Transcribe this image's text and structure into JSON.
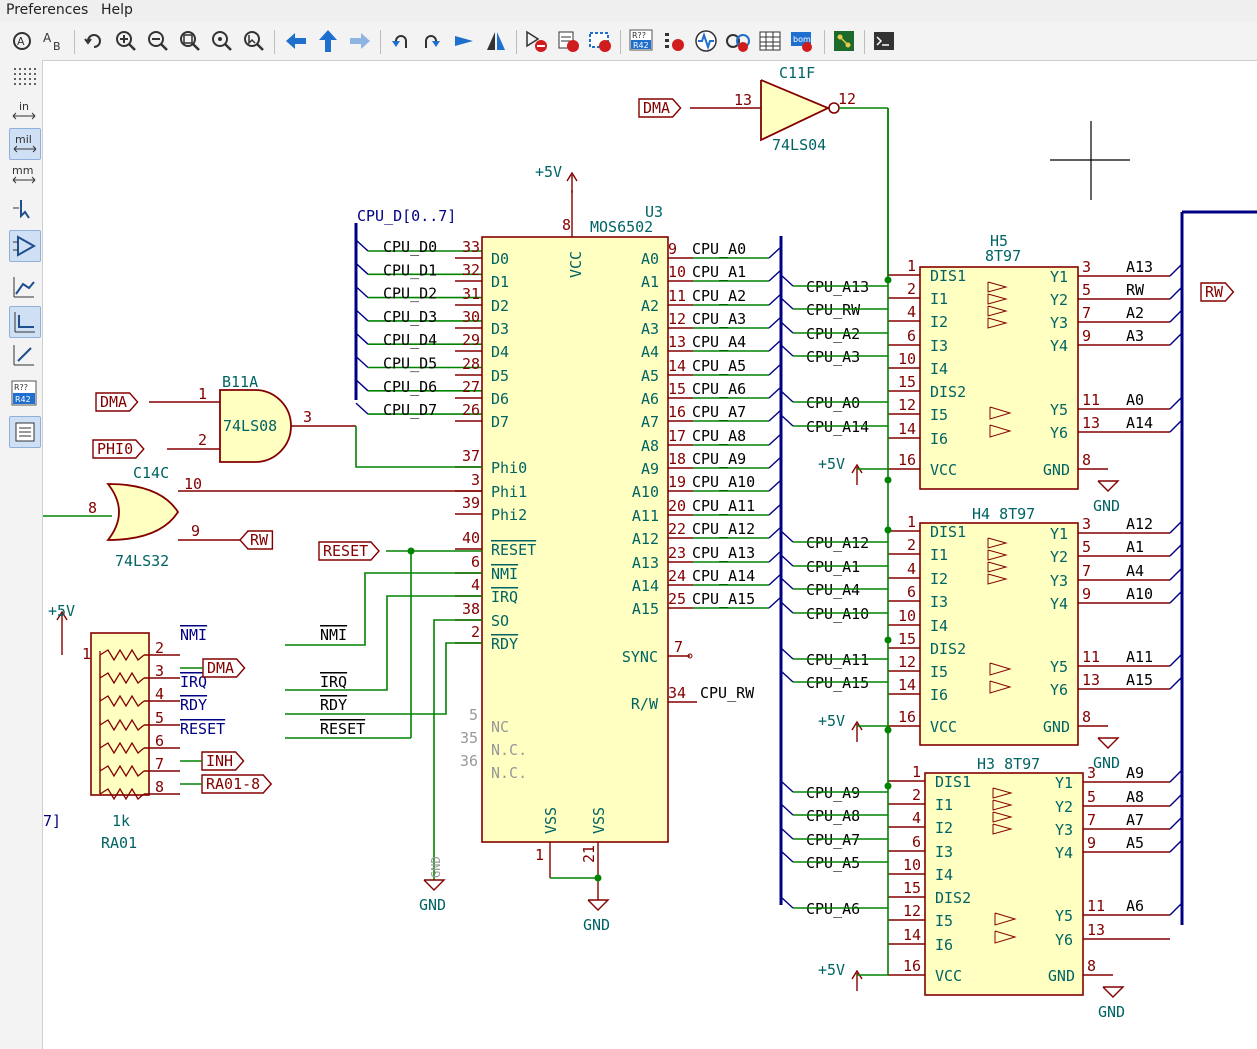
{
  "menu": {
    "preferences": "Preferences",
    "help": "Help"
  },
  "toolbar": {
    "ref_badge_top": "R??",
    "ref_badge_bottom": "R42",
    "bom_label": "bom"
  },
  "left_toolbar": {
    "in_label": "in",
    "mil_label": "mil",
    "mm_label": "mm",
    "ref_top": "R??",
    "ref_bottom": "R42"
  },
  "colors": {
    "wire": "#008400",
    "bus": "#000084",
    "body": "#840000",
    "fill": "#ffffc2",
    "net": "#000000",
    "ref": "#006464",
    "power": "#006464"
  },
  "schematic": {
    "c11f": {
      "ref": "C11F",
      "value": "74LS04",
      "pin_in": "13",
      "pin_out": "12",
      "label_in": "DMA"
    },
    "cpu": {
      "ref": "U3",
      "value": "MOS6502",
      "vcc": "VCC",
      "vss1": "VSS",
      "vss2": "VSS",
      "pin8": "8",
      "pin1": "1",
      "pin21": "21",
      "left_pins": [
        {
          "num": "33",
          "name": "D0"
        },
        {
          "num": "32",
          "name": "D1"
        },
        {
          "num": "31",
          "name": "D2"
        },
        {
          "num": "30",
          "name": "D3"
        },
        {
          "num": "29",
          "name": "D4"
        },
        {
          "num": "28",
          "name": "D5"
        },
        {
          "num": "27",
          "name": "D6"
        },
        {
          "num": "26",
          "name": "D7"
        },
        {
          "num": "37",
          "name": "Phi0"
        },
        {
          "num": "3",
          "name": "Phi1"
        },
        {
          "num": "39",
          "name": "Phi2"
        },
        {
          "num": "40",
          "name": "RESET"
        },
        {
          "num": "6",
          "name": "NMI"
        },
        {
          "num": "4",
          "name": "IRQ"
        },
        {
          "num": "38",
          "name": "SO"
        },
        {
          "num": "2",
          "name": "RDY"
        }
      ],
      "nc_pins": [
        {
          "num": "5",
          "name": "NC"
        },
        {
          "num": "35",
          "name": "N.C."
        },
        {
          "num": "36",
          "name": "N.C."
        }
      ],
      "right_pins": [
        {
          "num": "9",
          "name": "A0",
          "net": "CPU_A0"
        },
        {
          "num": "10",
          "name": "A1",
          "net": "CPU_A1"
        },
        {
          "num": "11",
          "name": "A2",
          "net": "CPU_A2"
        },
        {
          "num": "12",
          "name": "A3",
          "net": "CPU_A3"
        },
        {
          "num": "13",
          "name": "A4",
          "net": "CPU_A4"
        },
        {
          "num": "14",
          "name": "A5",
          "net": "CPU_A5"
        },
        {
          "num": "15",
          "name": "A6",
          "net": "CPU_A6"
        },
        {
          "num": "16",
          "name": "A7",
          "net": "CPU_A7"
        },
        {
          "num": "17",
          "name": "A8",
          "net": "CPU_A8"
        },
        {
          "num": "18",
          "name": "A9",
          "net": "CPU_A9"
        },
        {
          "num": "19",
          "name": "A10",
          "net": "CPU_A10"
        },
        {
          "num": "20",
          "name": "A11",
          "net": "CPU_A11"
        },
        {
          "num": "22",
          "name": "A12",
          "net": "CPU_A12"
        },
        {
          "num": "23",
          "name": "A13",
          "net": "CPU_A13"
        },
        {
          "num": "24",
          "name": "A14",
          "net": "CPU_A14"
        },
        {
          "num": "25",
          "name": "A15",
          "net": "CPU_A15"
        }
      ],
      "sync": {
        "num": "7",
        "name": "SYNC"
      },
      "rw": {
        "num": "34",
        "name": "R/W",
        "net": "CPU_RW"
      }
    },
    "data_bus": {
      "label": "CPU_D[0..7]",
      "nets": [
        "CPU_D0",
        "CPU_D1",
        "CPU_D2",
        "CPU_D3",
        "CPU_D4",
        "CPU_D5",
        "CPU_D6",
        "CPU_D7"
      ]
    },
    "b11a": {
      "ref": "B11A",
      "value": "74LS08",
      "pin1": "1",
      "pin2": "2",
      "pin3": "3",
      "label_a": "DMA",
      "label_b": "PHI0"
    },
    "c14c": {
      "ref": "C14C",
      "value": "74LS32",
      "pin8": "8",
      "pin9": "9",
      "pin10": "10",
      "label_rw": "RW"
    },
    "reset_label": "RESET",
    "power": {
      "vcc": "+5V",
      "gnd": "GND"
    },
    "ra01": {
      "ref": "RA01",
      "value": "1k",
      "pin1": "1",
      "pins": [
        "2",
        "3",
        "4",
        "5",
        "6",
        "7",
        "8"
      ],
      "nets": [
        "NMI",
        "IRQ",
        "RDY",
        "RESET"
      ],
      "nets_right": [
        "NMI",
        "IRQ",
        "RDY",
        "RESET"
      ],
      "labels": [
        "DMA",
        "INH",
        "RA01-8"
      ],
      "edge_fragment": "7]"
    },
    "drivers": [
      {
        "ref": "H5",
        "value": "8T97",
        "label_vcc": "VCC",
        "label_gnd": "GND",
        "dis1": "DIS1",
        "dis2": "DIS2",
        "inputs": [
          {
            "pin": "1",
            "name": "DIS1",
            "net": ""
          },
          {
            "pin": "2",
            "name": "I1",
            "net": "CPU_A13"
          },
          {
            "pin": "4",
            "name": "I2",
            "net": "CPU_RW"
          },
          {
            "pin": "6",
            "name": "I3",
            "net": "CPU_A2"
          },
          {
            "pin": "10",
            "name": "I4",
            "net": "CPU_A3"
          },
          {
            "pin": "15",
            "name": "DIS2",
            "net": ""
          },
          {
            "pin": "12",
            "name": "I5",
            "net": "CPU_A0"
          },
          {
            "pin": "14",
            "name": "I6",
            "net": "CPU_A14"
          },
          {
            "pin": "16",
            "name": "VCC",
            "net": ""
          }
        ],
        "outputs": [
          {
            "pin": "3",
            "name": "Y1",
            "net": "A13"
          },
          {
            "pin": "5",
            "name": "Y2",
            "net": "RW"
          },
          {
            "pin": "7",
            "name": "Y3",
            "net": "A2"
          },
          {
            "pin": "9",
            "name": "Y4",
            "net": "A3"
          },
          {
            "pin": "11",
            "name": "Y5",
            "net": "A0"
          },
          {
            "pin": "13",
            "name": "Y6",
            "net": "A14"
          },
          {
            "pin": "8",
            "name": "GND",
            "net": "GND"
          }
        ]
      },
      {
        "ref": "H4",
        "value": "8T97",
        "label_vcc": "VCC",
        "label_gnd": "GND",
        "dis1": "DIS1",
        "dis2": "DIS2",
        "inputs": [
          {
            "pin": "1",
            "name": "DIS1",
            "net": ""
          },
          {
            "pin": "2",
            "name": "I1",
            "net": "CPU_A12"
          },
          {
            "pin": "4",
            "name": "I2",
            "net": "CPU_A1"
          },
          {
            "pin": "6",
            "name": "I3",
            "net": "CPU_A4"
          },
          {
            "pin": "10",
            "name": "I4",
            "net": "CPU_A10"
          },
          {
            "pin": "15",
            "name": "DIS2",
            "net": ""
          },
          {
            "pin": "12",
            "name": "I5",
            "net": "CPU_A11"
          },
          {
            "pin": "14",
            "name": "I6",
            "net": "CPU_A15"
          },
          {
            "pin": "16",
            "name": "VCC",
            "net": ""
          }
        ],
        "outputs": [
          {
            "pin": "3",
            "name": "Y1",
            "net": "A12"
          },
          {
            "pin": "5",
            "name": "Y2",
            "net": "A1"
          },
          {
            "pin": "7",
            "name": "Y3",
            "net": "A4"
          },
          {
            "pin": "9",
            "name": "Y4",
            "net": "A10"
          },
          {
            "pin": "11",
            "name": "Y5",
            "net": "A11"
          },
          {
            "pin": "13",
            "name": "Y6",
            "net": "A15"
          },
          {
            "pin": "8",
            "name": "GND",
            "net": "GND"
          }
        ]
      },
      {
        "ref": "H3",
        "value": "8T97",
        "label_vcc": "VCC",
        "label_gnd": "GND",
        "dis1": "DIS1",
        "dis2": "DIS2",
        "inputs": [
          {
            "pin": "1",
            "name": "DIS1",
            "net": ""
          },
          {
            "pin": "2",
            "name": "I1",
            "net": "CPU_A9"
          },
          {
            "pin": "4",
            "name": "I2",
            "net": "CPU_A8"
          },
          {
            "pin": "6",
            "name": "I3",
            "net": "CPU_A7"
          },
          {
            "pin": "10",
            "name": "I4",
            "net": "CPU_A5"
          },
          {
            "pin": "15",
            "name": "DIS2",
            "net": ""
          },
          {
            "pin": "12",
            "name": "I5",
            "net": "CPU_A6"
          },
          {
            "pin": "14",
            "name": "I6",
            "net": ""
          },
          {
            "pin": "16",
            "name": "VCC",
            "net": ""
          }
        ],
        "outputs": [
          {
            "pin": "3",
            "name": "Y1",
            "net": "A9"
          },
          {
            "pin": "5",
            "name": "Y2",
            "net": "A8"
          },
          {
            "pin": "7",
            "name": "Y3",
            "net": "A7"
          },
          {
            "pin": "9",
            "name": "Y4",
            "net": "A5"
          },
          {
            "pin": "11",
            "name": "Y5",
            "net": "A6"
          },
          {
            "pin": "13",
            "name": "Y6",
            "net": ""
          },
          {
            "pin": "8",
            "name": "GND",
            "net": "GND"
          }
        ]
      }
    ],
    "rw_out_label": "RW"
  }
}
